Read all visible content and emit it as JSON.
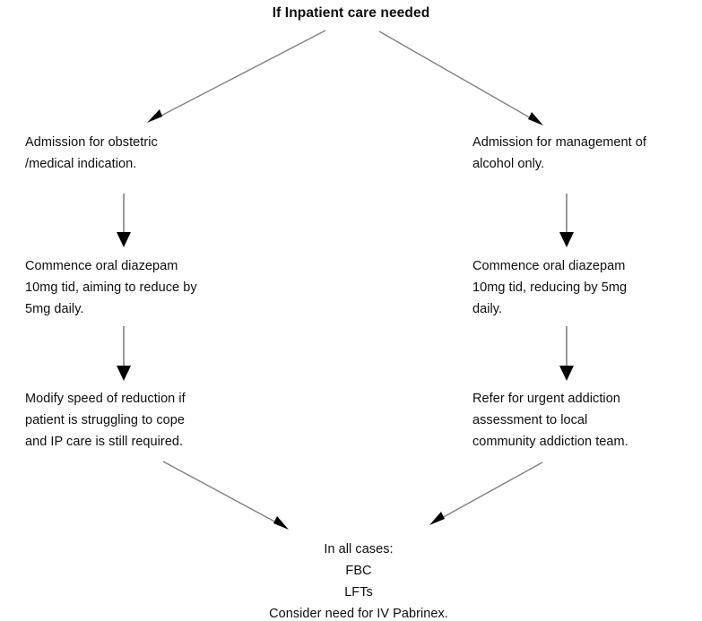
{
  "diagram": {
    "title": "If Inpatient care needed",
    "nodes": {
      "left_1": "Admission for obstetric\n/medical indication.",
      "right_1": "Admission for management of\nalcohol only.",
      "left_2": "Commence oral diazepam\n10mg tid, aiming to reduce by\n5mg daily.",
      "right_2": "Commence oral diazepam\n10mg tid, reducing by 5mg\ndaily.",
      "left_3": "Modify speed of reduction if\npatient is struggling to cope\nand IP care is still required.",
      "right_3": "Refer for urgent addiction\nassessment to local\ncommunity addiction team.",
      "bottom": "In all cases:\nFBC\nLFTs\nConsider need for IV Pabrinex."
    },
    "colors": {
      "text": "#0d0d0d",
      "arrow_line": "#808080",
      "arrow_head": "#000000",
      "background": "#ffffff"
    },
    "arrows": [
      {
        "name": "title-to-left-branch",
        "from": "title",
        "to": "left_1"
      },
      {
        "name": "title-to-right-branch",
        "from": "title",
        "to": "right_1"
      },
      {
        "name": "left-1-to-left-2",
        "from": "left_1",
        "to": "left_2"
      },
      {
        "name": "right-1-to-right-2",
        "from": "right_1",
        "to": "right_2"
      },
      {
        "name": "left-2-to-left-3",
        "from": "left_2",
        "to": "left_3"
      },
      {
        "name": "right-2-to-right-3",
        "from": "right_2",
        "to": "right_3"
      },
      {
        "name": "left-3-to-bottom",
        "from": "left_3",
        "to": "bottom"
      },
      {
        "name": "right-3-to-bottom",
        "from": "right_3",
        "to": "bottom"
      }
    ]
  }
}
